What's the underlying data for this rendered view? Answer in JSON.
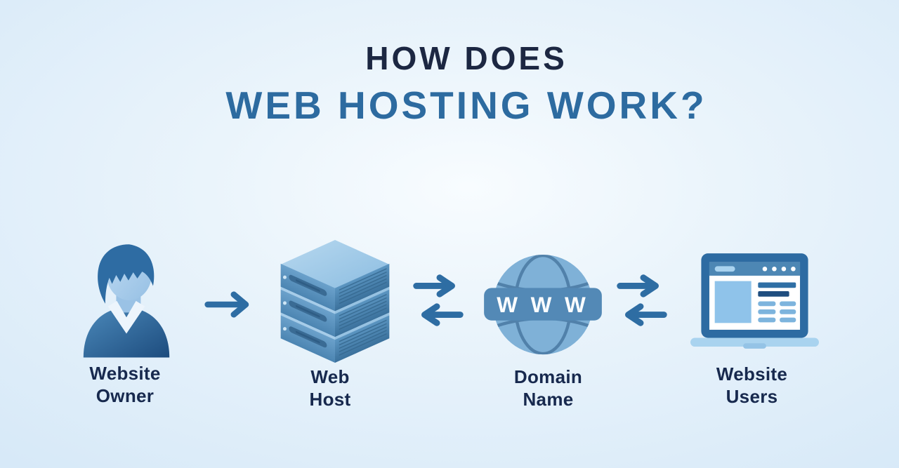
{
  "title": {
    "line1": "HOW DOES",
    "line2": "WEB HOSTING WORK?"
  },
  "nodes": [
    {
      "id": "website-owner",
      "icon": "person-icon",
      "label_lines": [
        "Website",
        "Owner"
      ]
    },
    {
      "id": "web-host",
      "icon": "server-icon",
      "label_lines": [
        "Web",
        "Host"
      ]
    },
    {
      "id": "domain-name",
      "icon": "globe-icon",
      "label_lines": [
        "Domain",
        "Name"
      ]
    },
    {
      "id": "website-users",
      "icon": "laptop-icon",
      "label_lines": [
        "Website",
        "Users"
      ]
    }
  ],
  "globe_banner_text": "W W W",
  "connectors": [
    {
      "from": "website-owner",
      "to": "web-host",
      "style": "single-right-arrow"
    },
    {
      "from": "web-host",
      "to": "domain-name",
      "style": "bidirectional-arrows"
    },
    {
      "from": "domain-name",
      "to": "website-users",
      "style": "bidirectional-arrows"
    }
  ],
  "colors": {
    "background_center": "#f8fcff",
    "background_edge": "#d7e9f8",
    "title_primary": "#1c2742",
    "title_accent": "#2d6ba0",
    "label_text": "#17294e",
    "arrow": "#2e6da3",
    "globe_fill": "#7fb1d7",
    "banner_fill": "#5389b6",
    "laptop_frame": "#2d6ba2"
  }
}
